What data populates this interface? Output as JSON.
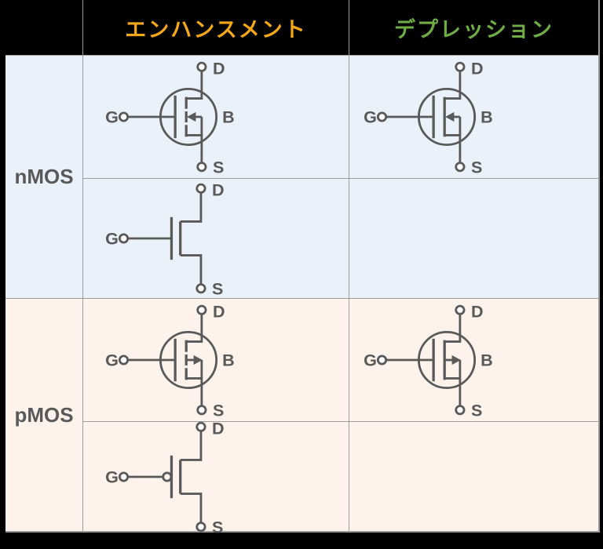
{
  "colors": {
    "page_bg": "#000000",
    "grid_line": "#9B9B9B",
    "header_bg": "#000000",
    "nmos_bg": "#EAF1F9",
    "pmos_bg": "#FDF3EC",
    "symbol_stroke": "#595959",
    "label_text": "#595959",
    "enhancement_text": "#F5A91A",
    "depletion_text": "#70AD47",
    "terminal_fill": "#FFFFFF"
  },
  "header": {
    "enhancement": "エンハンスメント",
    "depletion": "デプレッション"
  },
  "row_groups": [
    {
      "label": "nMOS"
    },
    {
      "label": "pMOS"
    }
  ],
  "terminal_labels": {
    "gate": "G",
    "drain": "D",
    "source": "S",
    "bulk": "B"
  },
  "symbols": {
    "nmos_enhancement_circled": {
      "style": "circled",
      "channel": "broken",
      "arrow": "left",
      "terminals": [
        "G",
        "D",
        "S",
        "B"
      ]
    },
    "nmos_depletion_circled": {
      "style": "circled",
      "channel": "solid",
      "arrow": "left",
      "terminals": [
        "G",
        "D",
        "S",
        "B"
      ]
    },
    "nmos_simplified": {
      "style": "simplified",
      "gate_bubble": false,
      "terminals": [
        "G",
        "D",
        "S"
      ]
    },
    "pmos_enhancement_circled": {
      "style": "circled",
      "channel": "broken",
      "arrow": "right",
      "terminals": [
        "G",
        "D",
        "S",
        "B"
      ]
    },
    "pmos_depletion_circled": {
      "style": "circled",
      "channel": "solid",
      "arrow": "right",
      "terminals": [
        "G",
        "D",
        "S",
        "B"
      ]
    },
    "pmos_simplified": {
      "style": "simplified",
      "gate_bubble": true,
      "terminals": [
        "G",
        "D",
        "S"
      ]
    }
  }
}
